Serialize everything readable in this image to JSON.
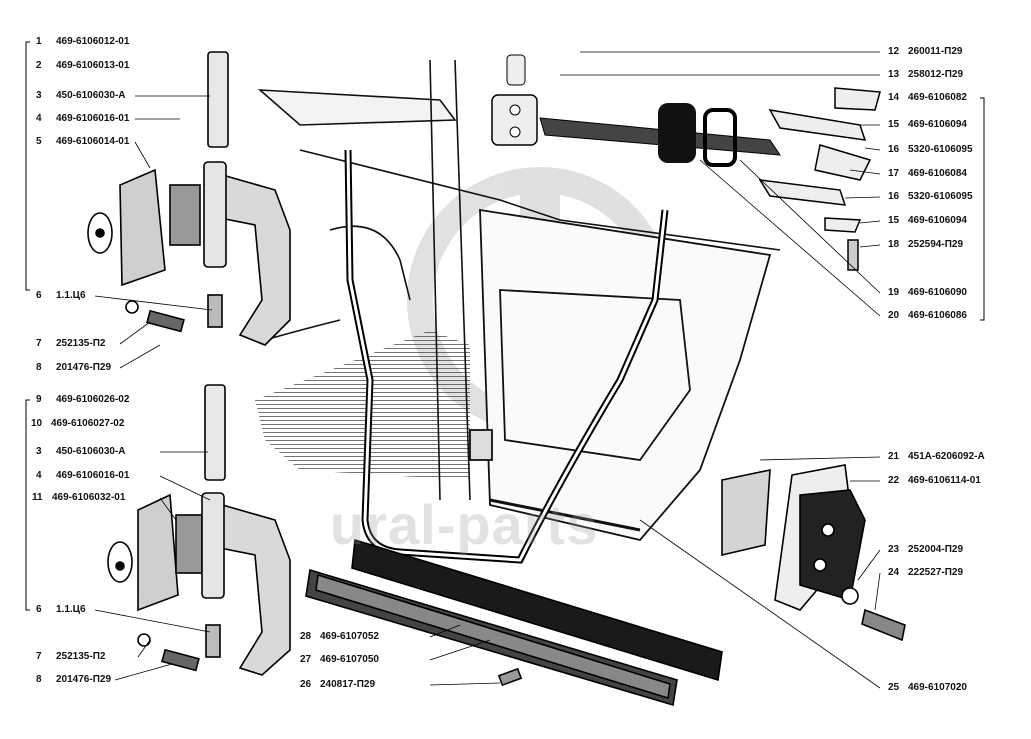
{
  "watermark": "ural-parts",
  "callouts": [
    {
      "n": "1",
      "code": "469-6106012-01"
    },
    {
      "n": "2",
      "code": "469-6106013-01"
    },
    {
      "n": "3",
      "code": "450-6106030-А"
    },
    {
      "n": "4",
      "code": "469-6106016-01"
    },
    {
      "n": "5",
      "code": "469-6106014-01"
    },
    {
      "n": "6",
      "code": "1.1.Ц6"
    },
    {
      "n": "7",
      "code": "252135-П2"
    },
    {
      "n": "8",
      "code": "201476-П29"
    },
    {
      "n": "9",
      "code": "469-6106026-02"
    },
    {
      "n": "10",
      "code": "469-6106027-02"
    },
    {
      "n": "3",
      "code": "450-6106030-А"
    },
    {
      "n": "4",
      "code": "469-6106016-01"
    },
    {
      "n": "11",
      "code": "469-6106032-01"
    },
    {
      "n": "6",
      "code": "1.1.Ц6"
    },
    {
      "n": "7",
      "code": "252135-П2"
    },
    {
      "n": "8",
      "code": "201476-П29"
    },
    {
      "n": "12",
      "code": "260011-П29"
    },
    {
      "n": "13",
      "code": "258012-П29"
    },
    {
      "n": "14",
      "code": "469-6106082"
    },
    {
      "n": "15",
      "code": "469-6106094"
    },
    {
      "n": "16",
      "code": "5320-6106095"
    },
    {
      "n": "17",
      "code": "469-6106084"
    },
    {
      "n": "16",
      "code": "5320-6106095"
    },
    {
      "n": "15",
      "code": "469-6106094"
    },
    {
      "n": "18",
      "code": "252594-П29"
    },
    {
      "n": "19",
      "code": "469-6106090"
    },
    {
      "n": "20",
      "code": "469-6106086"
    },
    {
      "n": "21",
      "code": "451А-6206092-А"
    },
    {
      "n": "22",
      "code": "469-6106114-01"
    },
    {
      "n": "23",
      "code": "252004-П29"
    },
    {
      "n": "24",
      "code": "222527-П29"
    },
    {
      "n": "28",
      "code": "469-6107052"
    },
    {
      "n": "27",
      "code": "469-6107050"
    },
    {
      "n": "26",
      "code": "240817-П29"
    },
    {
      "n": "25",
      "code": "469-6107020"
    }
  ]
}
